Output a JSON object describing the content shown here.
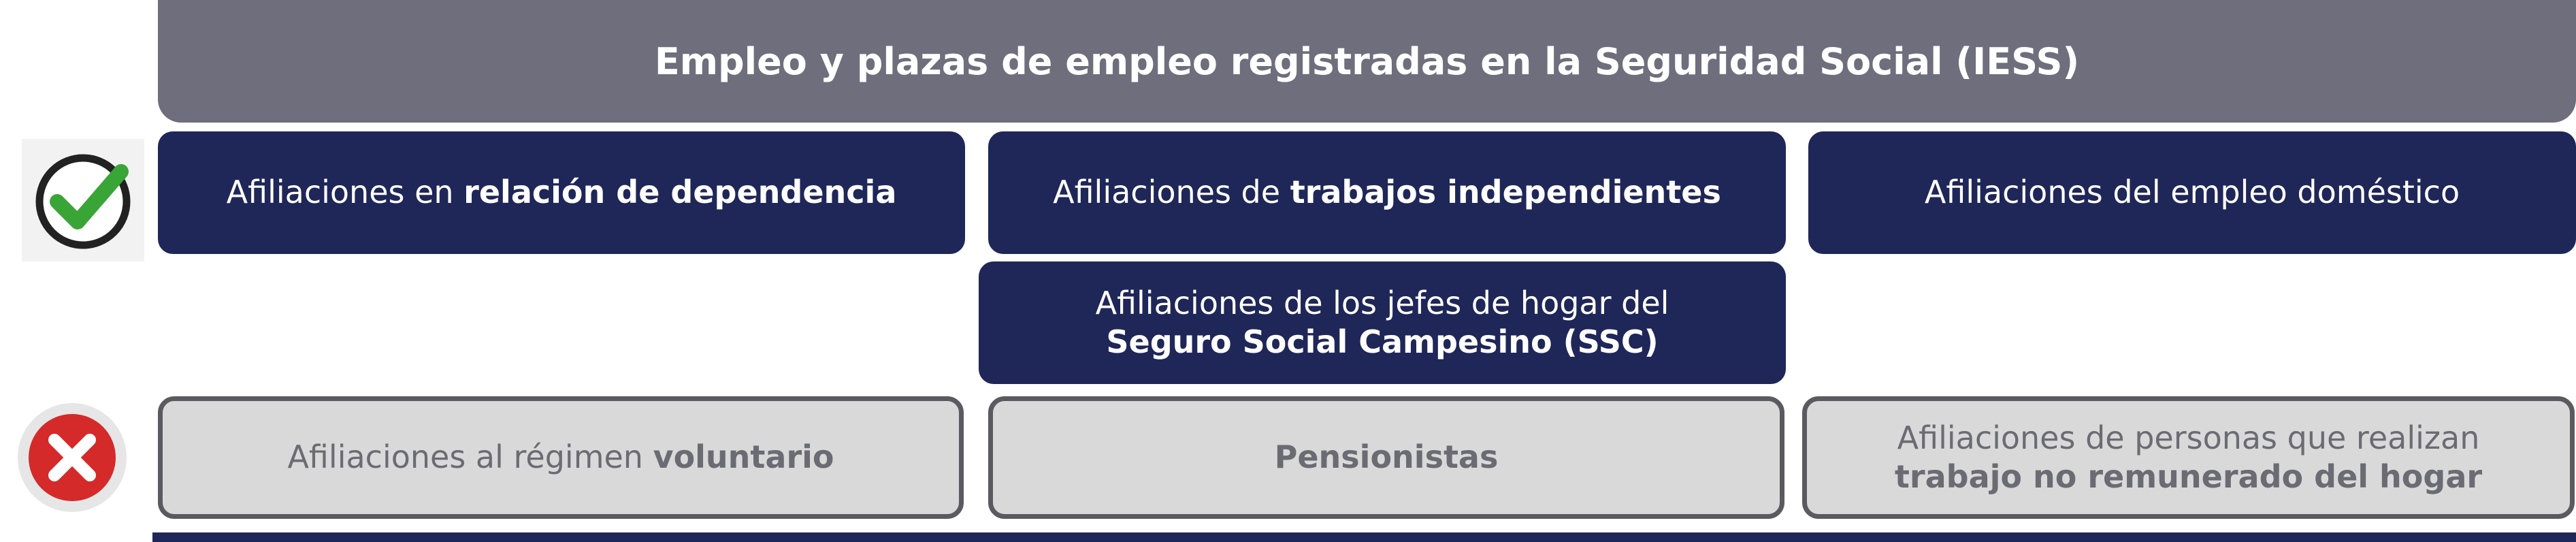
{
  "header": {
    "title": "Empleo y plazas de empleo registradas en la Seguridad Social  (IESS)"
  },
  "included": {
    "icon": "check-icon",
    "items": [
      {
        "pre": "Afiliaciones en ",
        "bold": "relación de dependencia",
        "post": ""
      },
      {
        "pre": "Afiliaciones de ",
        "bold": "trabajos independientes",
        "post": ""
      },
      {
        "pre": "Afiliaciones del empleo doméstico",
        "bold": "",
        "post": ""
      },
      {
        "pre": "Afiliaciones de los jefes de hogar del ",
        "bold": "Seguro Social Campesino (SSC)",
        "post": ""
      }
    ]
  },
  "excluded": {
    "icon": "cross-icon",
    "items": [
      {
        "pre": "Afiliaciones al régimen ",
        "bold": "voluntario",
        "post": ""
      },
      {
        "pre": "",
        "bold": "Pensionistas",
        "post": ""
      },
      {
        "pre": "Afiliaciones de personas que realizan ",
        "bold": "trabajo no remunerado del hogar",
        "post": ""
      }
    ]
  },
  "colors": {
    "header_bg": "#6e6e7c",
    "navy": "#1f2658",
    "grey_box": "#d9d9d9",
    "grey_border": "#5a5a60",
    "check_green": "#3aa537",
    "cross_red": "#d42a2a"
  }
}
